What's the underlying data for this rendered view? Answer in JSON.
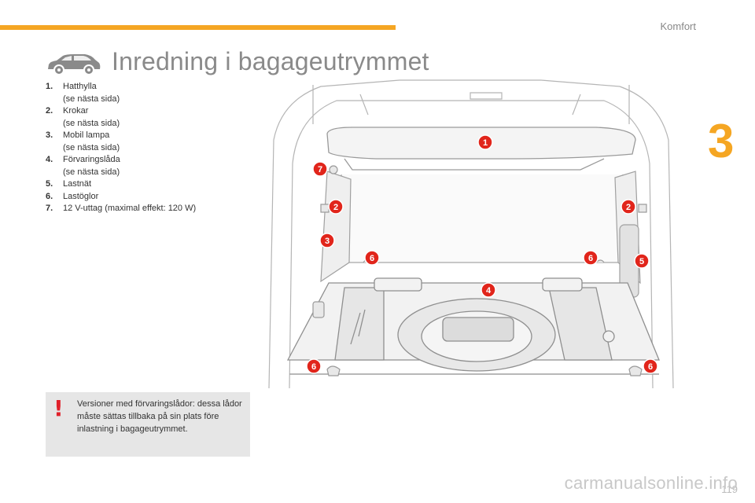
{
  "header": {
    "chapter_label": "Komfort",
    "chapter_number": "3"
  },
  "title": "Inredning i bagageutrymmet",
  "legend": [
    {
      "num": "1.",
      "label": "Hatthylla",
      "sub": "(se nästa sida)"
    },
    {
      "num": "2.",
      "label": "Krokar",
      "sub": "(se nästa sida)"
    },
    {
      "num": "3.",
      "label": "Mobil lampa",
      "sub": "(se nästa sida)"
    },
    {
      "num": "4.",
      "label": "Förvaringslåda",
      "sub": "(se nästa sida)"
    },
    {
      "num": "5.",
      "label": "Lastnät",
      "sub": ""
    },
    {
      "num": "6.",
      "label": "Lastöglor",
      "sub": ""
    },
    {
      "num": "7.",
      "label": "12 V-uttag (maximal effekt: 120 W)",
      "sub": ""
    }
  ],
  "warning": {
    "icon": "exclamation-icon",
    "text": "Versioner med förvaringslådor: dessa lådor måste sättas tillbaka på sin plats före inlastning i bagageutrymmet."
  },
  "callouts": [
    "1",
    "2",
    "2",
    "3",
    "4",
    "5",
    "6",
    "6",
    "6",
    "6",
    "7"
  ],
  "page_number": "119",
  "watermark": "carmanualsonline.info",
  "colors": {
    "accent": "#f5a623",
    "callout": "#e1251b",
    "title": "#8a8a8a",
    "warning_bg": "#e6e6e6"
  }
}
